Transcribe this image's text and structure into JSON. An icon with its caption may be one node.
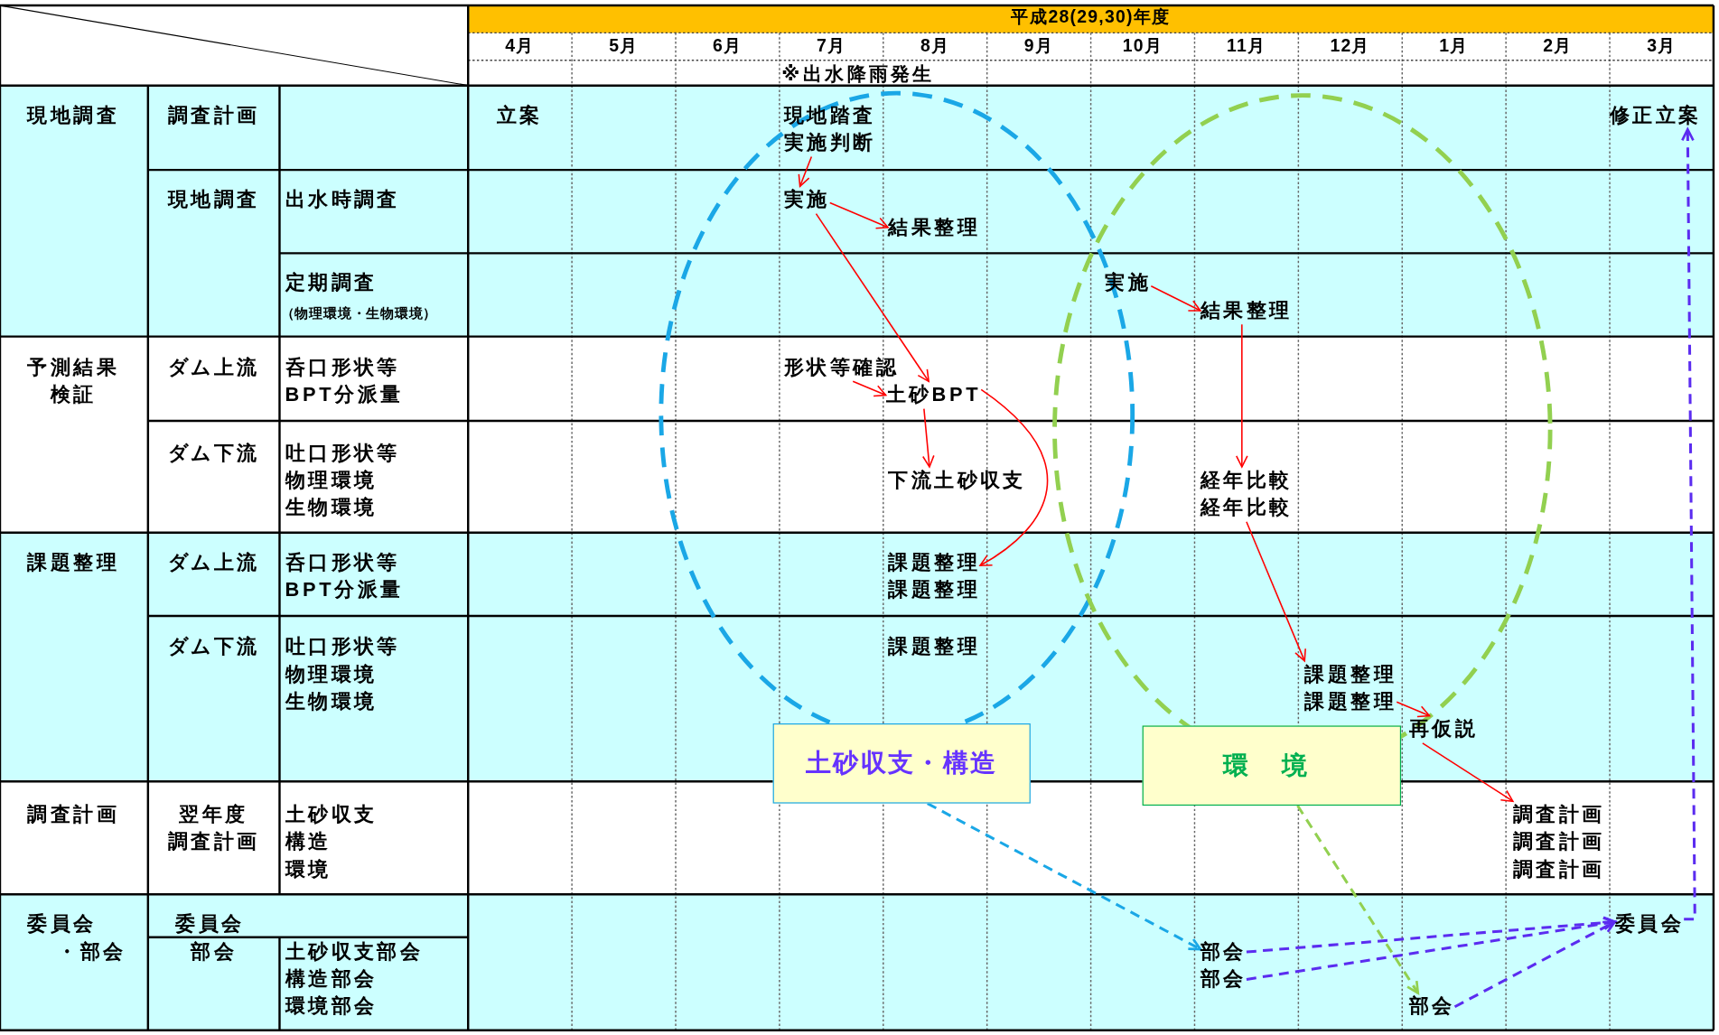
{
  "diagram": {
    "nodes": [
      {
        "text": [
          "現地踏査",
          "実施判断"
        ]
      },
      {
        "text": [
          "修正立案"
        ]
      },
      {
        "text": [
          "実施"
        ]
      },
      {
        "text": [
          "結果整理"
        ]
      },
      {
        "text": [
          "実施"
        ]
      },
      {
        "text": [
          "結果整理"
        ]
      },
      {
        "text": [
          "形状等確認"
        ]
      },
      {
        "text": [
          "土砂BPT"
        ]
      },
      {
        "text": [
          "下流土砂収支"
        ]
      },
      {
        "text": [
          "経年比較",
          "経年比較"
        ]
      },
      {
        "text": [
          "課題整理",
          "課題整理"
        ]
      },
      {
        "text": [
          "課題整理",
          "課題整理"
        ]
      },
      {
        "text": [
          "再仮説"
        ]
      },
      {
        "text": [
          "土砂収支・構造"
        ]
      },
      {
        "text": [
          "環 境"
        ]
      },
      {
        "text": [
          "調査計画",
          "調査計画",
          "調査計画"
        ]
      },
      {
        "text": [
          "委員会"
        ]
      },
      {
        "text": [
          "部会"
        ]
      },
      {
        "text": [
          "部会"
        ]
      },
      {
        "text": [
          "部会"
        ]
      }
    ],
    "edges": [
      {
        "from": 0,
        "to": 2,
        "arrow": "to"
      },
      {
        "from": 2,
        "to": 3,
        "arrow": "to"
      },
      {
        "from": 2,
        "to": 7,
        "arrow": "to"
      },
      {
        "from": 6,
        "to": 7,
        "arrow": "to"
      },
      {
        "from": 7,
        "to": 8,
        "arrow": "to"
      },
      {
        "from": 7,
        "to": 10,
        "arrow": "to"
      },
      {
        "from": 4,
        "to": 5,
        "arrow": "to"
      },
      {
        "from": 5,
        "to": 9,
        "arrow": "to"
      },
      {
        "from": 9,
        "to": 11,
        "arrow": "to"
      },
      {
        "from": 11,
        "to": 12,
        "arrow": "to"
      },
      {
        "from": 12,
        "to": 15,
        "arrow": "to"
      },
      {
        "from": 13,
        "to": 17,
        "arrow": "to",
        "style": "dashed",
        "color": "#1aa7e6"
      },
      {
        "from": 14,
        "to": 19,
        "arrow": "to",
        "style": "dashed",
        "color": "#92d050"
      },
      {
        "from": 17,
        "to": 16,
        "arrow": "to",
        "style": "dashed",
        "color": "#5b2cf0"
      },
      {
        "from": 18,
        "to": 16,
        "arrow": "to",
        "style": "dashed",
        "color": "#5b2cf0"
      },
      {
        "from": 19,
        "to": 16,
        "arrow": "to",
        "style": "dashed",
        "color": "#5b2cf0"
      },
      {
        "from": 16,
        "to": 1,
        "arrow": "to",
        "style": "dashed",
        "color": "#5b2cf0"
      }
    ],
    "labels": [
      "平成28(29,30)年度",
      "4月",
      "5月",
      "6月",
      "7月",
      "8月",
      "9月",
      "10月",
      "11月",
      "12月",
      "1月",
      "2月",
      "3月",
      "※出水降雨発生",
      "現地調査",
      "調査計画",
      "立案",
      "現地調査",
      "出水時調査",
      "定期調査",
      "（物理環境・生物環境）",
      "予測結果",
      "検証",
      "ダム上流",
      "呑口形状等",
      "BPT分派量",
      "ダム下流",
      "吐口形状等",
      "物理環境",
      "生物環境",
      "課題整理",
      "ダム上流",
      "呑口形状等",
      "BPT分派量",
      "ダム下流",
      "吐口形状等",
      "物理環境",
      "生物環境",
      "課題整理",
      "調査計画",
      "翌年度",
      "調査計画",
      "土砂収支",
      "構造",
      "環境",
      "委員会",
      "・部会",
      "委員会",
      "部会",
      "土砂収支部会",
      "構造部会",
      "環境部会"
    ]
  }
}
